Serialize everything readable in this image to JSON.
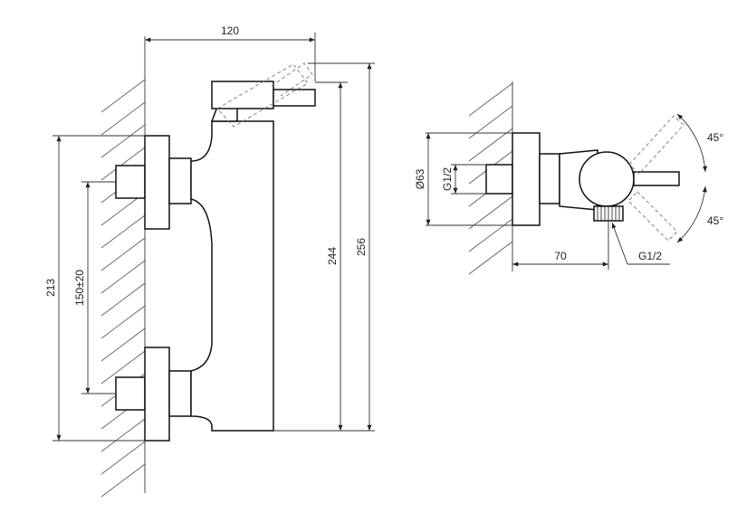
{
  "drawing": {
    "front_view": {
      "width_label": "120",
      "height_total_label": "256",
      "height_body_label": "244",
      "height_outlets_label": "213",
      "spacing_label": "150±20"
    },
    "side_view": {
      "diameter_label": "Ø63",
      "inlet_thread_label": "G1/2",
      "outlet_thread_label": "G1/2",
      "depth_label": "70",
      "angle_up_label": "45°",
      "angle_down_label": "45°"
    }
  }
}
